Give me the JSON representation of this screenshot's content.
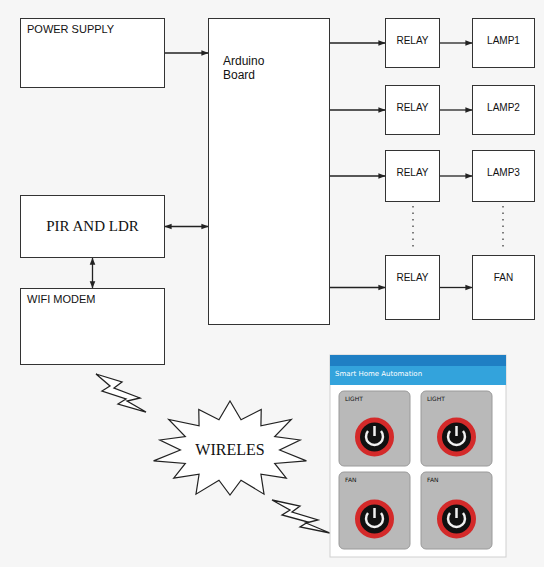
{
  "diagram": {
    "nodes": [
      {
        "text": [
          "POWER SUPPLY"
        ]
      },
      {
        "text": [
          "Arduino Board"
        ]
      },
      {
        "text": [
          "RELAY"
        ]
      },
      {
        "text": [
          "LAMP1"
        ]
      },
      {
        "text": [
          "RELAY"
        ]
      },
      {
        "text": [
          "LAMP2"
        ]
      },
      {
        "text": [
          "RELAY"
        ]
      },
      {
        "text": [
          "LAMP3"
        ]
      },
      {
        "text": [
          "PIR AND LDR"
        ]
      },
      {
        "text": [
          "RELAY"
        ]
      },
      {
        "text": [
          "FAN"
        ]
      },
      {
        "text": [
          "WIFI MODEM"
        ]
      },
      {
        "text": [
          "WIRELES"
        ]
      }
    ],
    "edges": [
      {
        "from": 0,
        "to": 1,
        "arrow": "to"
      },
      {
        "from": 1,
        "to": 2,
        "arrow": "to"
      },
      {
        "from": 2,
        "to": 3,
        "arrow": "to"
      },
      {
        "from": 1,
        "to": 4,
        "arrow": "to"
      },
      {
        "from": 4,
        "to": 5,
        "arrow": "to"
      },
      {
        "from": 1,
        "to": 6,
        "arrow": "to"
      },
      {
        "from": 6,
        "to": 7,
        "arrow": "to"
      },
      {
        "from": 8,
        "to": 1,
        "arrow": "both"
      },
      {
        "from": 1,
        "to": 9,
        "arrow": "to"
      },
      {
        "from": 9,
        "to": 10,
        "arrow": "to"
      },
      {
        "from": 8,
        "to": 11,
        "arrow": "both"
      }
    ],
    "labels": [
      "Smart Home Automation",
      "LIGHT",
      "LIGHT",
      "FAN",
      "FAN"
    ]
  }
}
